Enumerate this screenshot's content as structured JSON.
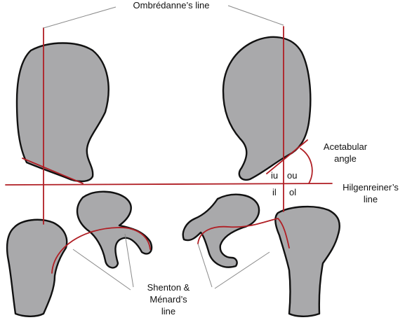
{
  "labels": {
    "ombredanne": "Ombrédanne’s line",
    "acetabular_1": "Acetabular",
    "acetabular_2": "angle",
    "hilgenreiner_1": "Hilgenreiner’s",
    "hilgenreiner_2": "line",
    "shenton_1": "Shenton &",
    "shenton_2": "Ménard’s",
    "shenton_3": "line",
    "quadrants": {
      "iu": "iu",
      "ou": "ou",
      "il": "il",
      "ol": "ol"
    }
  },
  "colors": {
    "bone_fill": "#a9a9ab",
    "line_red": "#b01e24",
    "leader_gray": "#8a8a8a",
    "outline": "#111111"
  }
}
